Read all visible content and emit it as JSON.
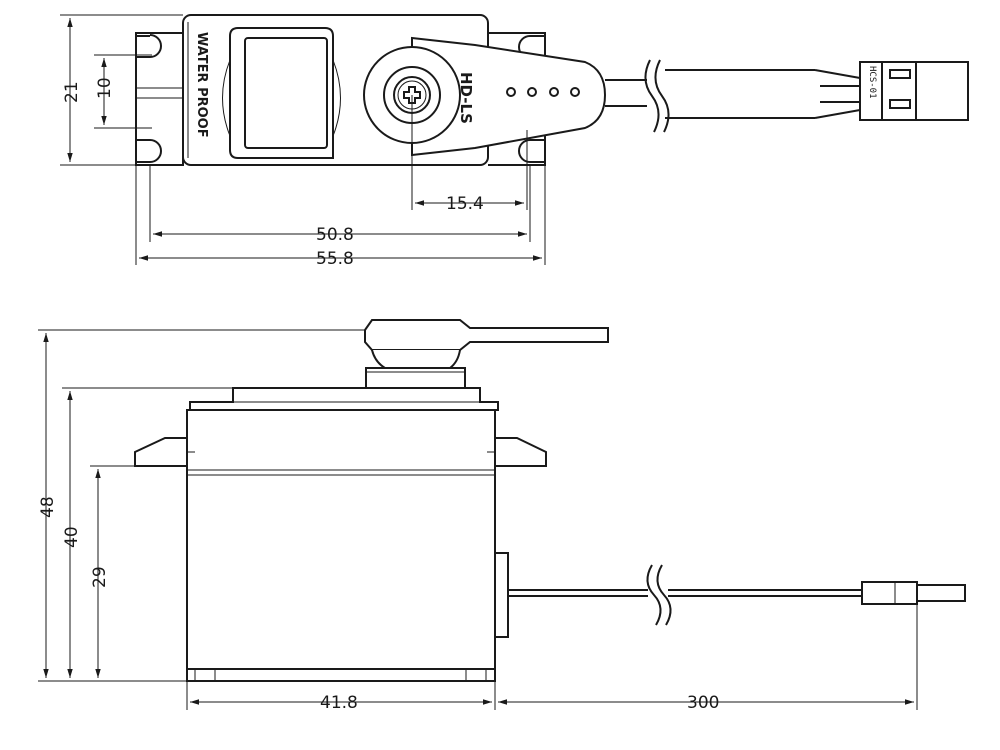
{
  "labels": {
    "body_text": "WATER PROOF",
    "model": "HD-LS",
    "connector": "HCS-01"
  },
  "dimensions": {
    "top_height": "21",
    "hole_spacing": "10",
    "horn_offset": "15.4",
    "mount_spacing": "50.8",
    "total_length": "55.8",
    "total_height": "48",
    "case_height": "40",
    "mount_height": "29",
    "case_width": "41.8",
    "cable_length": "300"
  }
}
